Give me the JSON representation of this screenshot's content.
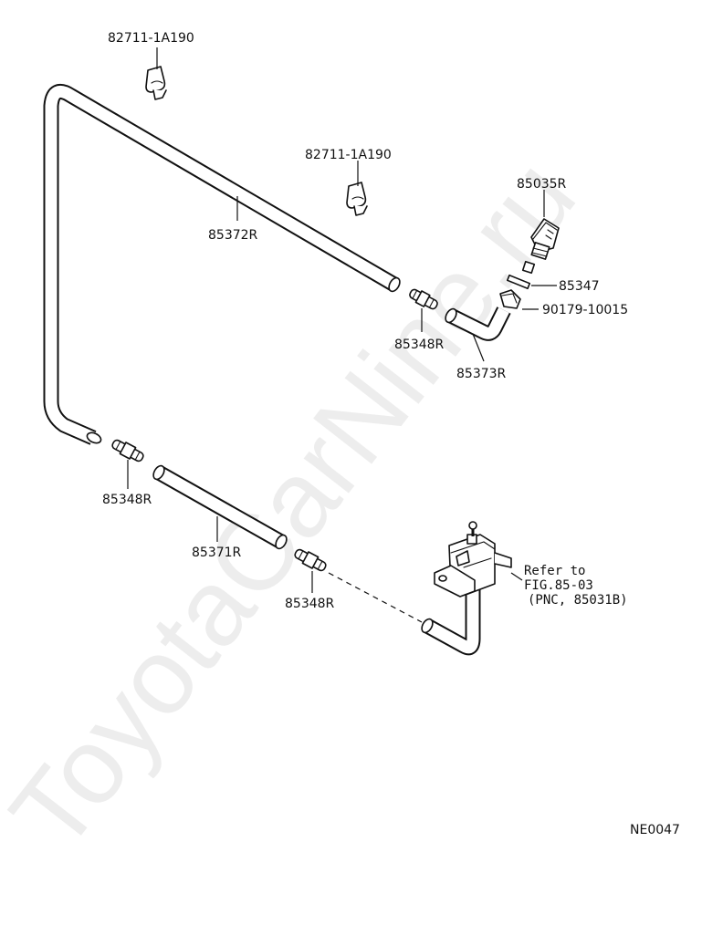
{
  "labels": {
    "clip_top": "82711-1A190",
    "clip_mid": "82711-1A190",
    "hose_long": "85372R",
    "nozzle": "85035R",
    "gasket": "85347",
    "nut": "90179-10015",
    "joint_upper": "85348R",
    "hose_elbow": "85373R",
    "joint_left": "85348R",
    "hose_lower": "85371R",
    "joint_lower": "85348R",
    "refer_1": "Refer to",
    "refer_2": "FIG.85-03",
    "refer_3": "(PNC, 85031B)",
    "figure_code": "NE0047"
  },
  "watermark": "ToyotaCarNine.ru",
  "colors": {
    "ink": "#111111",
    "background": "#ffffff"
  },
  "icons": [
    "hose-clip-icon",
    "washer-nozzle-icon",
    "hose-joint-icon",
    "washer-pump-icon"
  ]
}
